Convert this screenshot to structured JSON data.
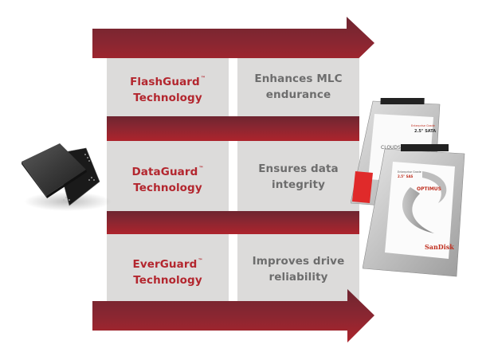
{
  "diagram": {
    "rows": [
      {
        "technology": "FlashGuard",
        "trademark": "™",
        "technology_suffix": "Technology",
        "benefit_line1": "Enhances MLC",
        "benefit_line2": "endurance"
      },
      {
        "technology": "DataGuard",
        "trademark": "™",
        "technology_suffix": "Technology",
        "benefit_line1": "Ensures data",
        "benefit_line2": "integrity"
      },
      {
        "technology": "EverGuard",
        "trademark": "™",
        "technology_suffix": "Technology",
        "benefit_line1": "Improves drive",
        "benefit_line2": "reliability"
      }
    ],
    "drives": {
      "back": {
        "grade": "Enterprise Grade",
        "form": "2.5\" SATA",
        "brand": "CLOUDSPEED"
      },
      "front": {
        "grade": "Enterprise Grade",
        "form": "2.5\" SAS",
        "brand": "OPTIMUS",
        "maker": "SanDisk"
      }
    },
    "colors": {
      "accent_red": "#b3262e",
      "dark_red": "#6e2530",
      "panel_gray": "#dcdbda",
      "benefit_text": "#6d6d6d"
    }
  }
}
